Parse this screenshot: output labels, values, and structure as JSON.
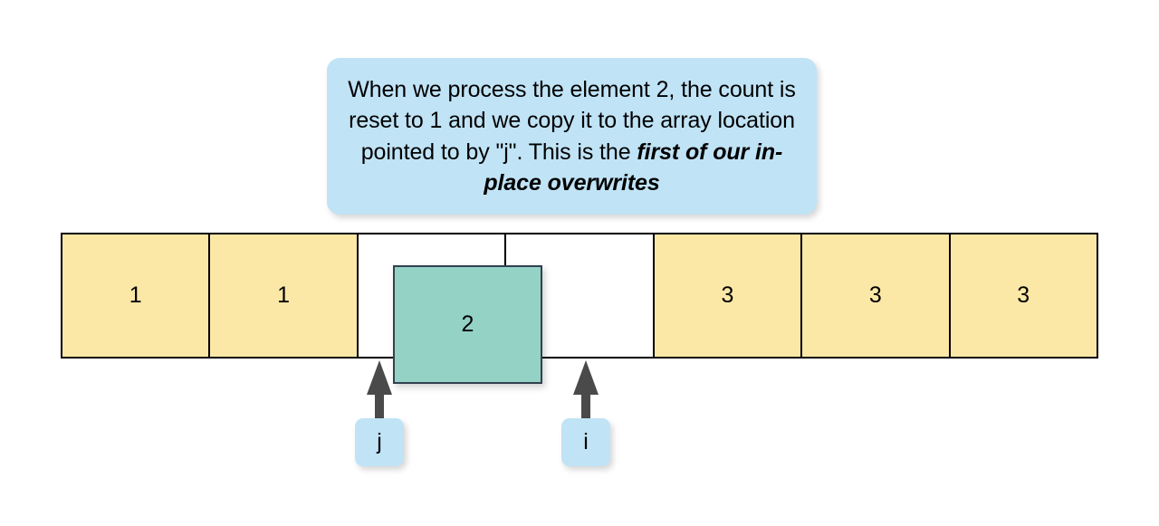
{
  "callout": {
    "text_prefix": "When we process the element 2, the count is reset to 1 and we copy it to the array location pointed to by \"j\". This is the ",
    "text_emphasis": "first of our in-place overwrites",
    "background_color": "#c0e3f6"
  },
  "array": {
    "cells": [
      {
        "value": "1",
        "state": "filled"
      },
      {
        "value": "1",
        "state": "filled"
      },
      {
        "value": "",
        "state": "empty"
      },
      {
        "value": "",
        "state": "empty"
      },
      {
        "value": "3",
        "state": "filled"
      },
      {
        "value": "3",
        "state": "filled"
      },
      {
        "value": "3",
        "state": "filled"
      }
    ],
    "filled_color": "#fce8a6",
    "empty_color": "#ffffff",
    "border_color": "#000000"
  },
  "moving_element": {
    "value": "2",
    "fill_color": "#93d2c5",
    "border_color": "#31414f"
  },
  "pointers": [
    {
      "label": "j",
      "target_index": 2,
      "arrow_color": "#4a4a4a",
      "label_background": "#c0e3f6"
    },
    {
      "label": "i",
      "target_index": 3,
      "arrow_color": "#4a4a4a",
      "label_background": "#c0e3f6"
    }
  ]
}
